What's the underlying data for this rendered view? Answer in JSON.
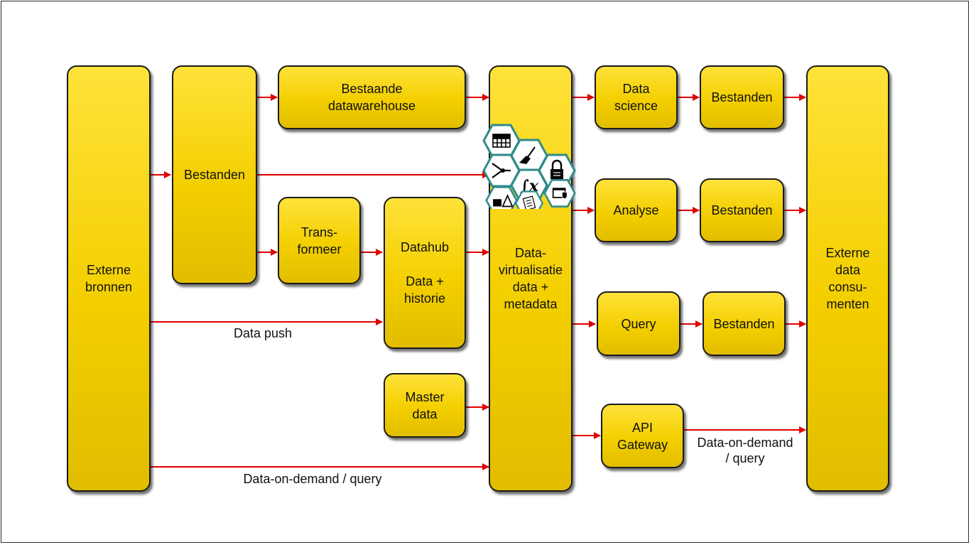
{
  "boxes": {
    "externe_bronnen": "Externe\nbronnen",
    "bestanden_main": "Bestanden",
    "bestaande_dwh": "Bestaande\ndatawarehouse",
    "transformeer": "Trans-\nformeer",
    "datahub": "Datahub\n\nData +\nhistorie",
    "master_data": "Master\ndata",
    "data_virtualisatie": "Data-\nvirtualisatie\ndata +\nmetadata",
    "data_science": "Data\nscience",
    "analyse": "Analyse",
    "query": "Query",
    "api_gateway": "API\nGateway",
    "bestanden_1": "Bestanden",
    "bestanden_2": "Bestanden",
    "bestanden_3": "Bestanden",
    "externe_consumenten": "Externe\ndata\nconsu-\nmenten"
  },
  "labels": {
    "data_push": "Data push",
    "data_on_demand_query": "Data-on-demand / query",
    "data_on_demand_api": "Data-on-demand\n/ query"
  },
  "icons": [
    "table-icon",
    "broom-icon",
    "lock-icon",
    "merge-icon",
    "function-icon",
    "screen-shield-icon",
    "shapes-icon",
    "document-icon"
  ],
  "colors": {
    "box_fill": "#f3cf00",
    "arrow": "#e00000",
    "hex_border": "#2e8b8b"
  }
}
